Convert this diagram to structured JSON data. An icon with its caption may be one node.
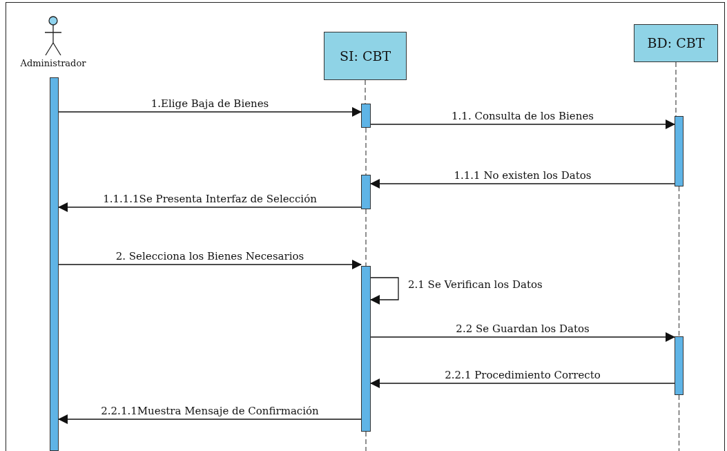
{
  "diagram": {
    "nodes": [
      {
        "text": [
          "Administrador"
        ]
      },
      {
        "text": [
          "SI: CBT"
        ]
      },
      {
        "text": [
          "BD: CBT"
        ]
      },
      {
        "text": [],
        "shape": "bar"
      },
      {
        "text": [],
        "shape": "bar"
      },
      {
        "text": [],
        "shape": "bar"
      },
      {
        "text": [],
        "shape": "bar"
      },
      {
        "text": [],
        "shape": "bar"
      },
      {
        "text": [],
        "shape": "bar"
      }
    ],
    "edges": [
      {
        "from": 3,
        "to": 4,
        "arrow": "to",
        "label": "1.Elige Baja de Bienes"
      },
      {
        "from": 4,
        "to": 5,
        "arrow": "to",
        "label": "1.1. Consulta de los Bienes"
      },
      {
        "from": 5,
        "to": 6,
        "arrow": "to",
        "label": "1.1.1 No existen los Datos"
      },
      {
        "from": 6,
        "to": 3,
        "arrow": "to",
        "label": "1.1.1.1Se Presenta Interfaz de Selección"
      },
      {
        "from": 3,
        "to": 7,
        "arrow": "to",
        "label": "2. Selecciona los Bienes Necesarios"
      },
      {
        "from": 7,
        "to": 7,
        "arrow": "to",
        "label": "2.1 Se Verifican los Datos"
      },
      {
        "from": 7,
        "to": 8,
        "arrow": "to",
        "label": "2.2 Se Guardan los Datos"
      },
      {
        "from": 8,
        "to": 7,
        "arrow": "to",
        "label": "2.2.1 Procedimiento Correcto"
      },
      {
        "from": 7,
        "to": 3,
        "arrow": "to",
        "label": "2.2.1.1Muestra Mensaje de Confirmación"
      },
      {
        "from": 1,
        "to": 4,
        "arrow": "none",
        "style": "dashed"
      },
      {
        "from": 4,
        "to": 6,
        "arrow": "none",
        "style": "dashed"
      },
      {
        "from": 6,
        "to": 7,
        "arrow": "none",
        "style": "dashed"
      },
      {
        "from": 7,
        "to": null,
        "arrow": "none",
        "style": "dashed"
      },
      {
        "from": 2,
        "to": 5,
        "arrow": "none",
        "style": "dashed"
      },
      {
        "from": 5,
        "to": 8,
        "arrow": "none",
        "style": "dashed"
      },
      {
        "from": 8,
        "to": null,
        "arrow": "none",
        "style": "dashed"
      }
    ]
  }
}
